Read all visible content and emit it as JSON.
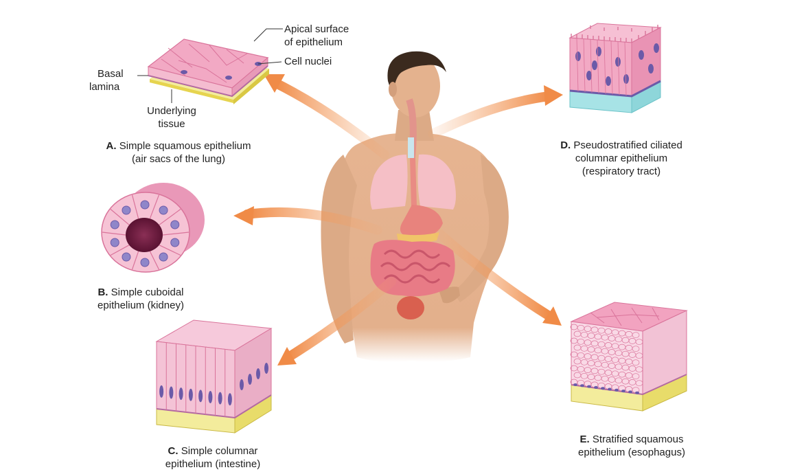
{
  "labels": {
    "apical": [
      "Apical surface",
      "of epithelium"
    ],
    "nuclei": "Cell nuclei",
    "basal": [
      "Basal",
      "lamina"
    ],
    "underlying": [
      "Underlying",
      "tissue"
    ]
  },
  "panels": {
    "a": {
      "letter": "A.",
      "lines": [
        "Simple squamous epithelium",
        "(air sacs of the lung)"
      ]
    },
    "b": {
      "letter": "B.",
      "lines": [
        "Simple cuboidal",
        "epithelium (kidney)"
      ]
    },
    "c": {
      "letter": "C.",
      "lines": [
        "Simple columnar",
        "epithelium (intestine)"
      ]
    },
    "d": {
      "letter": "D.",
      "lines": [
        "Pseudostratified ciliated",
        "columnar epithelium",
        "(respiratory tract)"
      ]
    },
    "e": {
      "letter": "E.",
      "lines": [
        "Stratified squamous",
        "epithelium (esophagus)"
      ]
    }
  },
  "colors": {
    "cell_pink": "#f2a9c4",
    "cell_pink_dark": "#d9739a",
    "nucleus": "#6b5aa8",
    "basal_yellow": "#f3ec9c",
    "basal_cyan": "#a7e3e6",
    "arrow": "#f4a46a",
    "skin": "#e3b08c"
  }
}
